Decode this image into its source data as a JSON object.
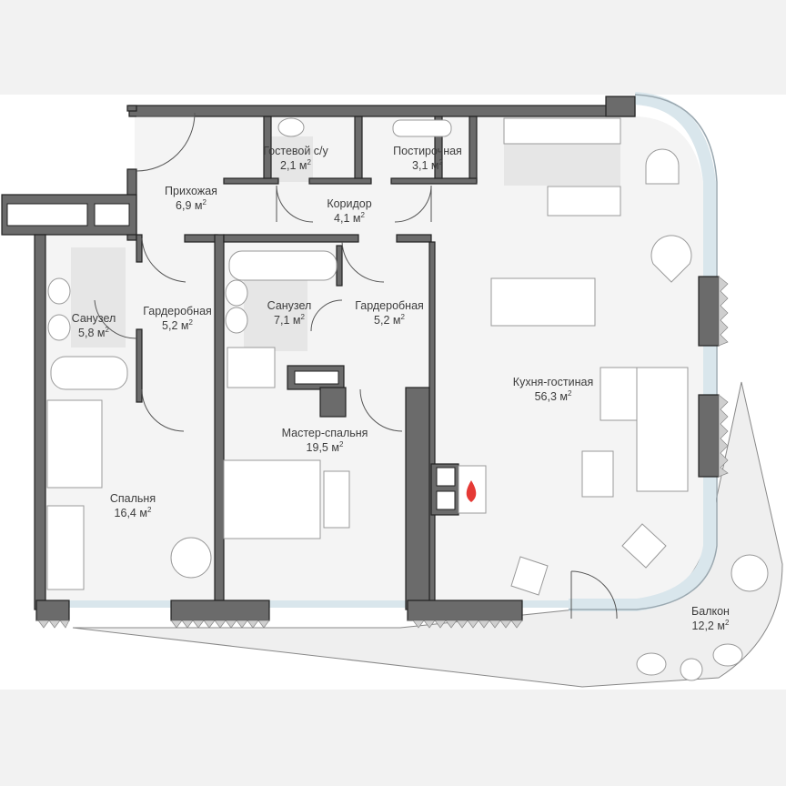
{
  "floor_plan": {
    "colors": {
      "wall": "#6b6b6b",
      "wall_outline": "#222222",
      "floor": "#f4f4f4",
      "tile": "#e6e6e6",
      "glazing": "#d9e6ec",
      "furniture_line": "#9a9a9a",
      "fire": "#e53935"
    },
    "unit_suffix": "м",
    "unit_power": "2",
    "rooms": [
      {
        "id": "hallway",
        "name": "Прихожая",
        "area": "6,9"
      },
      {
        "id": "guest-wc",
        "name": "Гостевой с/у",
        "area": "2,1"
      },
      {
        "id": "laundry",
        "name": "Постирочная",
        "area": "3,1"
      },
      {
        "id": "corridor",
        "name": "Коридор",
        "area": "4,1"
      },
      {
        "id": "bathroom-1",
        "name": "Санузел",
        "area": "5,8"
      },
      {
        "id": "wardrobe-1",
        "name": "Гардеробная",
        "area": "5,2"
      },
      {
        "id": "bathroom-2",
        "name": "Санузел",
        "area": "7,1"
      },
      {
        "id": "wardrobe-2",
        "name": "Гардеробная",
        "area": "5,2"
      },
      {
        "id": "kitchen-living",
        "name": "Кухня-гостиная",
        "area": "56,3"
      },
      {
        "id": "master-bedroom",
        "name": "Мастер-спальня",
        "area": "19,5"
      },
      {
        "id": "bedroom",
        "name": "Спальня",
        "area": "16,4"
      },
      {
        "id": "balcony",
        "name": "Балкон",
        "area": "12,2"
      }
    ],
    "icons": [
      "fireplace-icon",
      "door-icon",
      "window-icon",
      "bed-icon",
      "sofa-icon",
      "bathtub-icon",
      "toilet-icon",
      "sink-icon",
      "stove-icon",
      "dining-table-icon",
      "armchair-icon",
      "plant-icon"
    ]
  }
}
